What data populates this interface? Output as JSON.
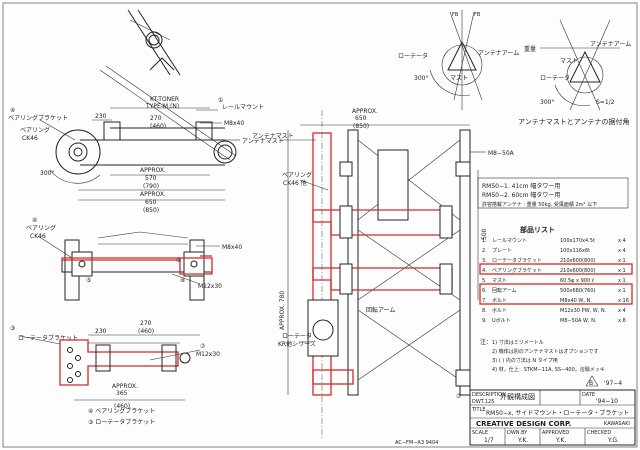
{
  "accent_color": "#cf2b2b",
  "views": {
    "top_left": {
      "kt_toner": "KT-TONER",
      "kt_toner_type": "TYPE-M.(N)",
      "label_rail_mount": "レールマウント",
      "label_bearing_bracket": "ベアリングブラケット",
      "label_bearing": "ベアリング",
      "label_bearing_model": "CK46",
      "label_antenna_mast": "アンテナマスト",
      "dim_230": "230",
      "dim_270": "270",
      "dim_460": "(460)",
      "dim_m8x40": "M8x40",
      "dim_approx": "APPROX.",
      "dim_570": "570",
      "dim_790": "(790)",
      "dim_650": "650",
      "dim_850": "(850)",
      "angle_300": "300°",
      "callout_4": "④",
      "callout_1": "①"
    },
    "mid_left": {
      "label_bearing": "ベアリング",
      "label_bearing_model": "CK46",
      "dim_m8x40": "M8x40",
      "dim_m12x30": "M12x30",
      "callout_4": "④",
      "callout_5": "⑤",
      "callout_7": "⑦",
      "callout_8": "⑧"
    },
    "bottom_left": {
      "label_rotator_bracket": "ローテータブラケット",
      "dim_230": "230",
      "dim_270": "270",
      "dim_460": "(460)",
      "dim_approx": "APPROX.",
      "dim_365": "365",
      "dim_460b": "(460)",
      "dim_m12x30": "M12x30",
      "callout_3": "③",
      "callout_7": "⑦",
      "legend_4": "④ ベアリングブラケット",
      "legend_3": "③ ローテータブラケット"
    },
    "center": {
      "dim_approx": "APPROX.",
      "dim_650": "650",
      "dim_850": "(850)",
      "label_antenna_mast": "アンテナマスト",
      "label_m8_50a": "M8−50A",
      "label_bearing": "ベアリング",
      "label_bearing_model": "CK46 他",
      "label_rotator": "ローテータ",
      "label_rotator_model": "KR他シリーズ",
      "label_arm": "回転アーム",
      "dim_approx_v": "APPROX. 780",
      "dim_500": "500",
      "callout_7": "⑦"
    },
    "top_right": {
      "label_rotator": "ローテータ",
      "label_mast": "マスト",
      "label_antenna_arm": "アンテナアーム",
      "label_antenna_arm2": "アンテナアーム",
      "label_weight": "重量",
      "label_mast2": "マスト",
      "angle_300": "300°",
      "ratio": "S=1/2",
      "fb": "FB",
      "fb2": "FB",
      "caption": "アンテナマストとアンテナの据付角"
    }
  },
  "specs": {
    "line1": "RM50−1.  41cm 幅タワー用",
    "line2": "RM50−2.  60cm 幅タワー用",
    "line3": "許容搭載アンテナ : 重量 50kg, 受風面積 2m² 以下"
  },
  "parts_list": {
    "title": "部品リスト",
    "items": [
      {
        "no": "1.",
        "name": "レールマウント",
        "size": "100x170x4.5t",
        "qty": "x 4"
      },
      {
        "no": "2.",
        "name": "プレート",
        "size": "100x116x6t",
        "qty": "x 4"
      },
      {
        "no": "3.",
        "name": "ローテータブラケット",
        "size": "210x600(800)",
        "qty": "x 1"
      },
      {
        "no": "4.",
        "name": "ベアリングブラケット",
        "size": "210x600(800)",
        "qty": "x 1"
      },
      {
        "no": "5.",
        "name": "マスト",
        "size": "60.5φ x 900 ℓ",
        "qty": "x 1"
      },
      {
        "no": "6.",
        "name": "回転アーム",
        "size": "500x680(760)",
        "qty": "x 1"
      },
      {
        "no": "7.",
        "name": "ボルト",
        "size": "M8x40 W, N.",
        "qty": "x 16"
      },
      {
        "no": "8.",
        "name": "ボルト",
        "size": "M12x30 PW, W, N.",
        "qty": "x 4"
      },
      {
        "no": "9.",
        "name": "Uボルト",
        "size": "M8−50A W, N.",
        "qty": "x 8"
      }
    ]
  },
  "notes": {
    "title": "注：",
    "items": [
      "1)  寸法はミリメートル",
      "2)  機体は別のアンテナマストはオプションです",
      "3)  ( ) 内の寸法は N タイプ用",
      "4)  材，仕上：STKM−11A, SS−400，溶融メッキ"
    ]
  },
  "revision": {
    "symbol": "B",
    "date": "'97−4"
  },
  "title_block": {
    "desc_label": "DESCRIPTION",
    "desc_value": "外観構成図",
    "dwt_label": "DWT.125",
    "date_label": "DATE",
    "date_value": "'94−10",
    "title_label": "TITLE",
    "title_value": "RM50−x, サイドマウント・ローテータ・ブラケット",
    "company": "CREATIVE DESIGN CORP.",
    "location": "KAWASAKI",
    "scale_label": "SCALE",
    "scale_value": "1/7",
    "drawn_label": "DWN.BY",
    "drawn_value": "Y.K.",
    "approved_label": "APPROVED",
    "approved_value": "Y.K.",
    "checked_label": "CHECKED",
    "checked_value": "Y.G."
  },
  "form_code": "AC−FM−A3 9404"
}
